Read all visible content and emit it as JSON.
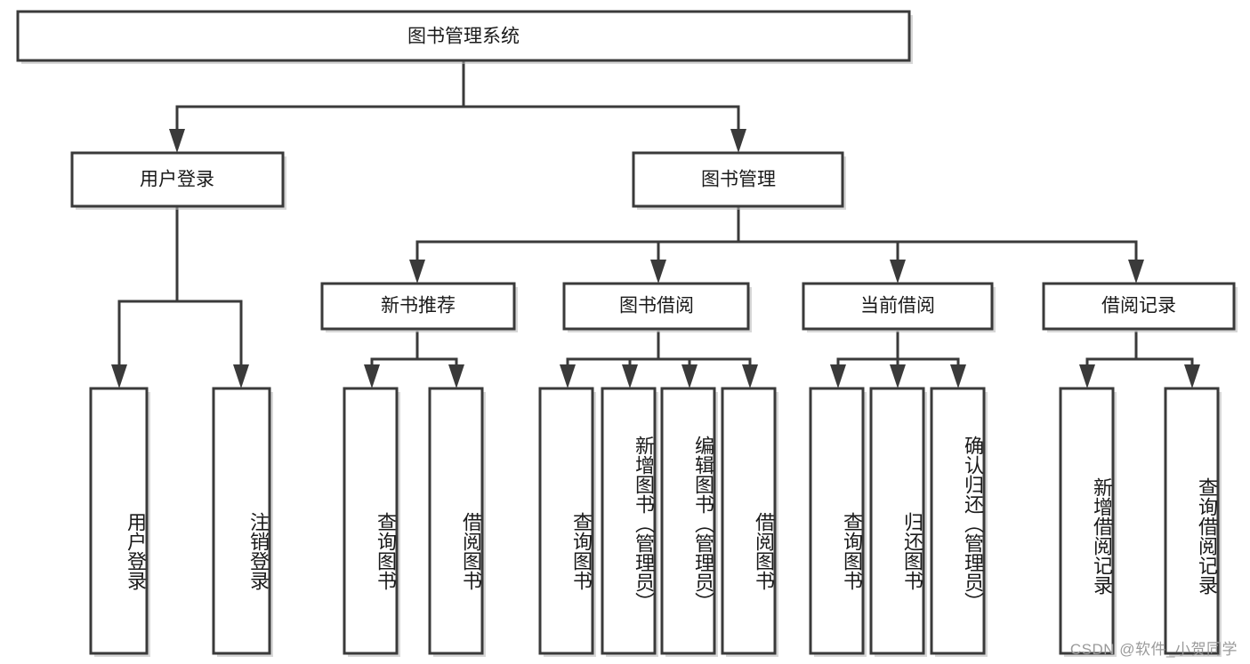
{
  "diagram": {
    "title": "图书管理系统",
    "type": "hierarchy-tree",
    "watermark": "CSDN @软件_小贺同学",
    "colors": {
      "box_stroke": "#3a3a3a",
      "box_fill": "#ffffff",
      "text": "#1a1a1a",
      "connector": "#3a3a3a",
      "watermark": "#9a9a9a",
      "background": "#ffffff"
    },
    "root": {
      "label": "图书管理系统"
    },
    "level2": [
      {
        "label": "用户登录"
      },
      {
        "label": "图书管理"
      }
    ],
    "level3": [
      {
        "label": "新书推荐"
      },
      {
        "label": "图书借阅"
      },
      {
        "label": "当前借阅"
      },
      {
        "label": "借阅记录"
      }
    ],
    "leaves": {
      "user_login": [
        {
          "label": "用户登录"
        },
        {
          "label": "注销登录"
        }
      ],
      "new_book_recommend": [
        {
          "label": "查询图书"
        },
        {
          "label": "借阅图书"
        }
      ],
      "book_borrow": [
        {
          "label": "查询图书"
        },
        {
          "label": "新增图书（管理员）"
        },
        {
          "label": "编辑图书（管理员）"
        },
        {
          "label": "借阅图书"
        }
      ],
      "current_borrow": [
        {
          "label": "查询图书"
        },
        {
          "label": "归还图书"
        },
        {
          "label": "确认归还（管理员）"
        }
      ],
      "borrow_record": [
        {
          "label": "新增借阅记录"
        },
        {
          "label": "查询借阅记录"
        }
      ]
    }
  }
}
